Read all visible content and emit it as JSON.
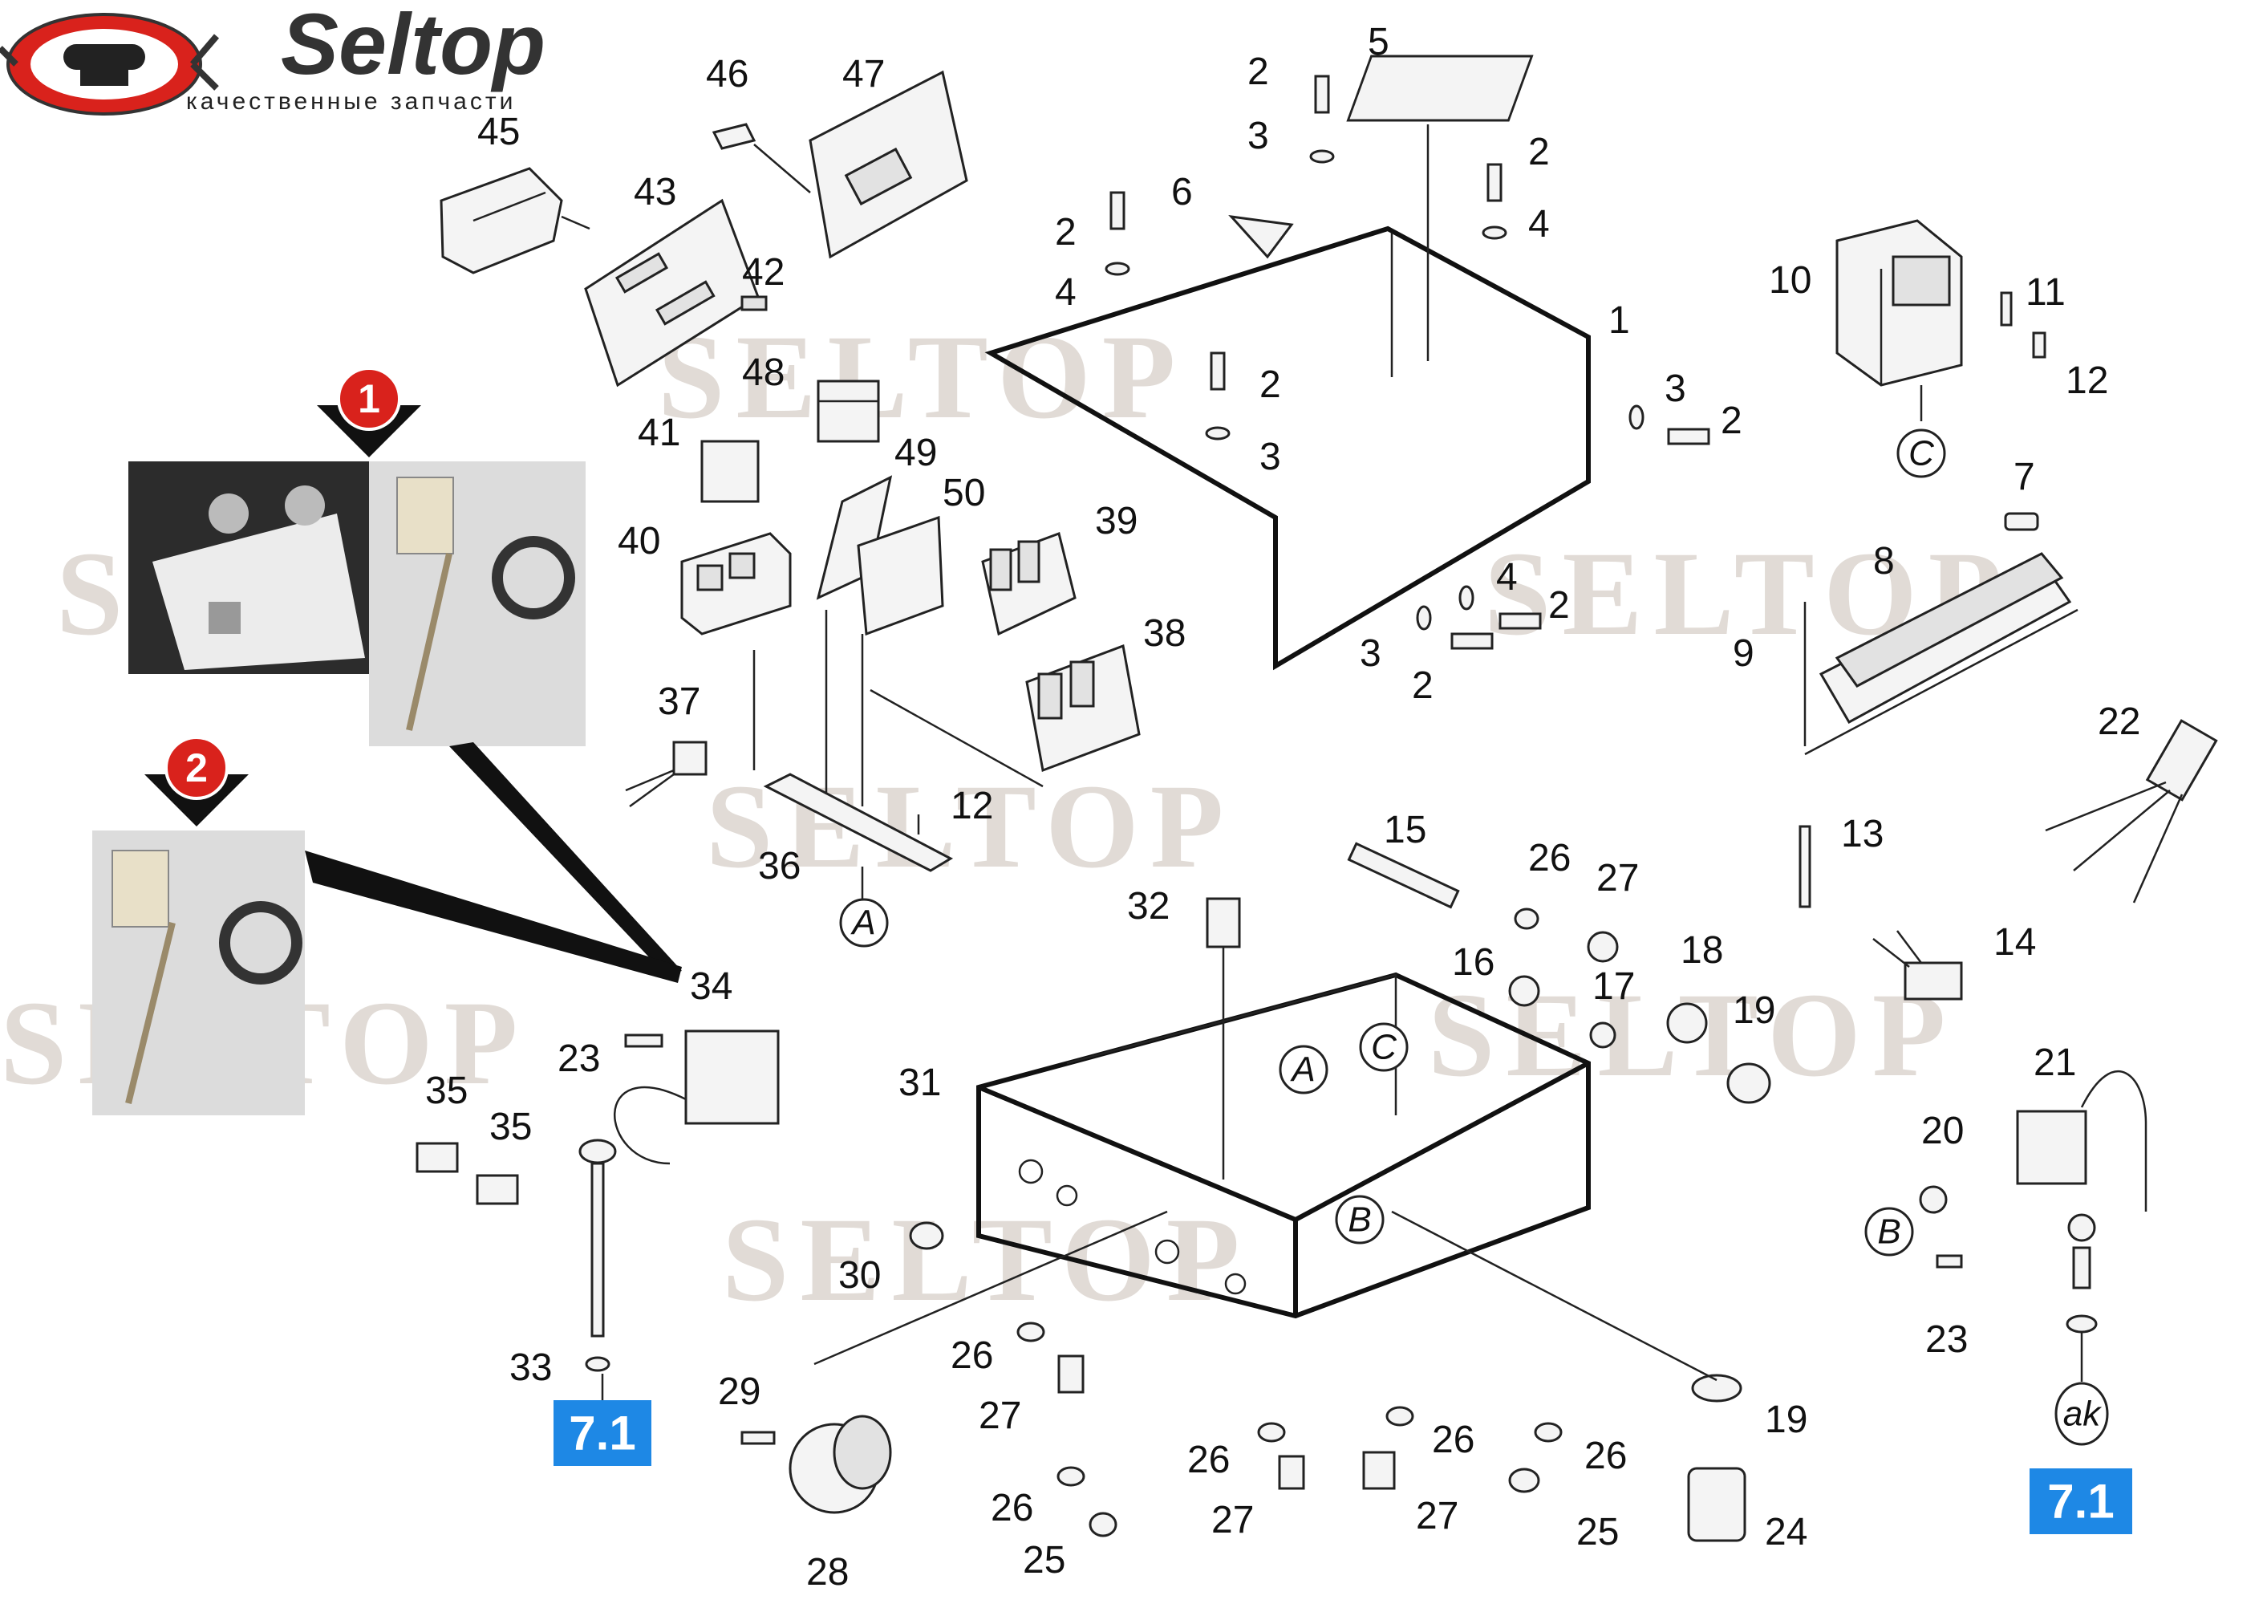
{
  "brand": {
    "name": "Seltop",
    "tagline": "качественные запчасти",
    "watermark": "SELTOP",
    "colors": {
      "logo_red": "#d9221c",
      "callout_blue": "#1e88e5"
    }
  },
  "callouts": {
    "badge_1": "1",
    "badge_2": "2",
    "ref_left": "7.1",
    "ref_right": "7.1"
  },
  "circle_markers": {
    "a1": "A",
    "a2": "A",
    "b1": "B",
    "b2": "B",
    "c1": "C",
    "c2": "C",
    "ak": "ak"
  },
  "part_labels": {
    "p1": "1",
    "p2a": "2",
    "p2b": "2",
    "p2c": "2",
    "p2d": "2",
    "p2e": "2",
    "p2f": "2",
    "p2g": "2",
    "p3a": "3",
    "p3b": "3",
    "p3c": "3",
    "p3d": "3",
    "p4a": "4",
    "p4b": "4",
    "p4c": "4",
    "p5": "5",
    "p6": "6",
    "p7": "7",
    "p8": "8",
    "p9": "9",
    "p10": "10",
    "p11": "11",
    "p12a": "12",
    "p12b": "12",
    "p13": "13",
    "p14": "14",
    "p15": "15",
    "p16": "16",
    "p17": "17",
    "p18": "18",
    "p19a": "19",
    "p19b": "19",
    "p20": "20",
    "p21": "21",
    "p22": "22",
    "p23a": "23",
    "p23b": "23",
    "p24": "24",
    "p25a": "25",
    "p25b": "25",
    "p26a": "26",
    "p26b": "26",
    "p26c": "26",
    "p26d": "26",
    "p26e": "26",
    "p26f": "26",
    "p27a": "27",
    "p27b": "27",
    "p27c": "27",
    "p27d": "27",
    "p28": "28",
    "p29": "29",
    "p30": "30",
    "p31": "31",
    "p32": "32",
    "p33": "33",
    "p34": "34",
    "p35a": "35",
    "p35b": "35",
    "p36": "36",
    "p37": "37",
    "p38": "38",
    "p39": "39",
    "p40": "40",
    "p41": "41",
    "p42": "42",
    "p43": "43",
    "p45": "45",
    "p46": "46",
    "p47": "47",
    "p48": "48",
    "p49": "49",
    "p50": "50"
  }
}
